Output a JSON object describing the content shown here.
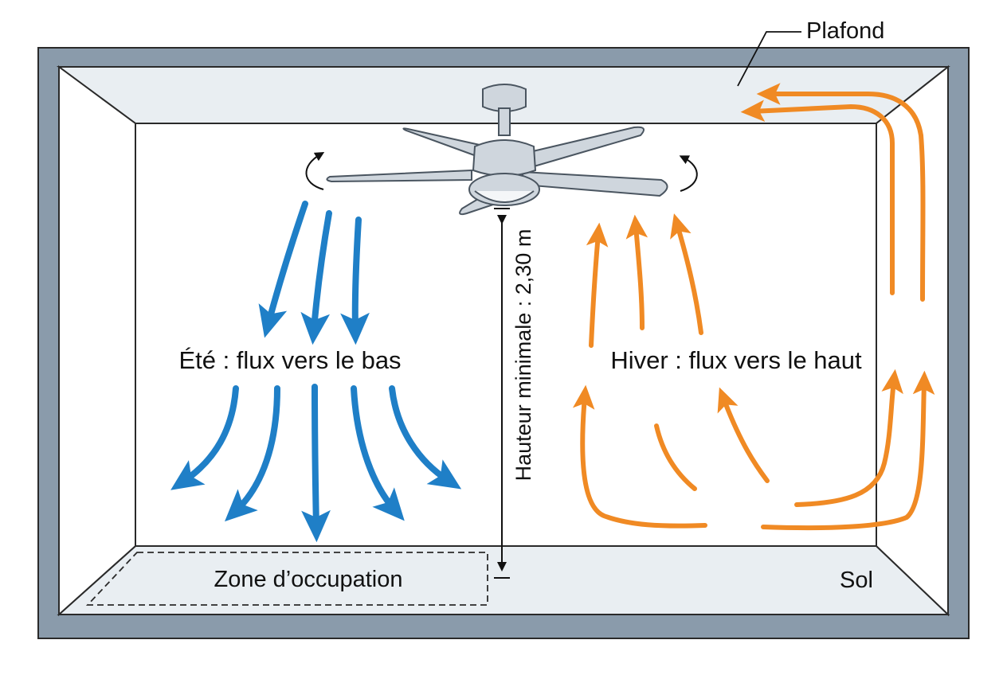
{
  "labels": {
    "ceiling": "Plafond",
    "floor": "Sol",
    "summer": "Été : flux vers le bas",
    "winter": "Hiver : flux vers le haut",
    "min_height": "Hauteur minimale : 2,30 m",
    "occupation_zone": "Zone d’occupation"
  },
  "colors": {
    "wall": "#8a9bab",
    "room_outline": "#2a2a2a",
    "ceiling_floor_fill": "#e9eef2",
    "back_wall_fill": "#ffffff",
    "summer_arrow": "#1f7fc7",
    "winter_arrow": "#f08a24",
    "fan": "#cfd6dd"
  },
  "icons": {
    "fan": "ceiling-fan-icon",
    "rotation": "rotation-arrow-icon"
  }
}
